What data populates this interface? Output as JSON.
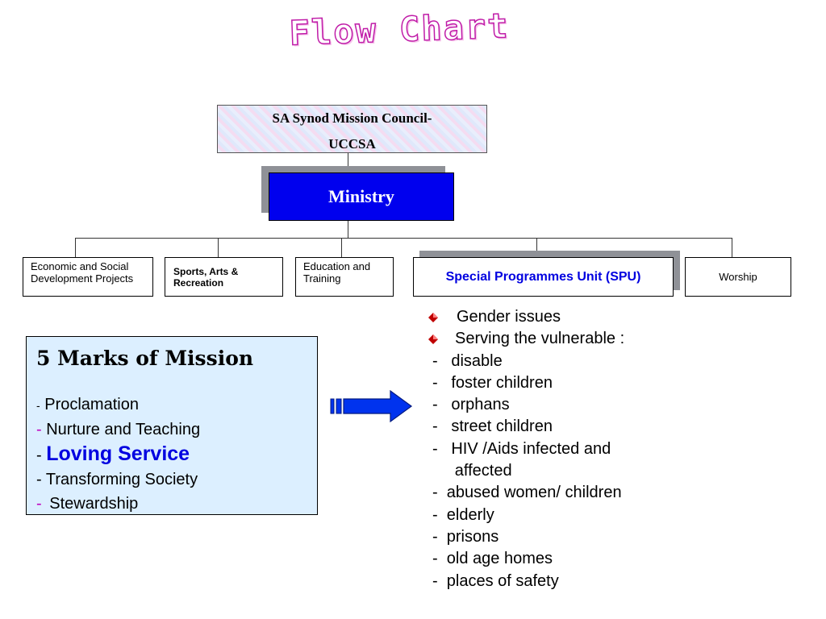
{
  "title": "Flow Chart",
  "top_box": {
    "line1": "SA Synod Mission Council-",
    "line2": "UCCSA"
  },
  "ministry": "Ministry",
  "units": [
    {
      "label": "Economic and Social Development Projects"
    },
    {
      "label": "Sports, Arts & Recreation"
    },
    {
      "label": "Education and Training"
    },
    {
      "label": "Special Programmes Unit (SPU)"
    },
    {
      "label": "Worship"
    }
  ],
  "marks": {
    "title": "5 Marks of Mission",
    "items": [
      {
        "dash": "-",
        "text": "Proclamation"
      },
      {
        "dash": "-",
        "text": "Nurture and Teaching"
      },
      {
        "dash": "-",
        "text": "Loving Service"
      },
      {
        "dash": "-",
        "text": "Transforming Society"
      },
      {
        "dash": "-",
        "text": "Stewardship"
      }
    ]
  },
  "spu": {
    "bullets": [
      "Gender issues",
      "Serving the vulnerable :"
    ],
    "subitems": [
      "-   disable",
      "-   foster children",
      "-   orphans",
      "-   street children",
      "-   HIV /Aids infected and",
      "     affected",
      "-  abused women/ children",
      "-  elderly",
      "-  prisons",
      "-  old age homes",
      "-  places of safety"
    ]
  },
  "colors": {
    "ministry_fill": "#0000ee",
    "spu_text": "#0000e0",
    "marks_fill": "#dcefff",
    "arrow_fill": "#0033ee",
    "title_outline": "#c01ca8"
  }
}
